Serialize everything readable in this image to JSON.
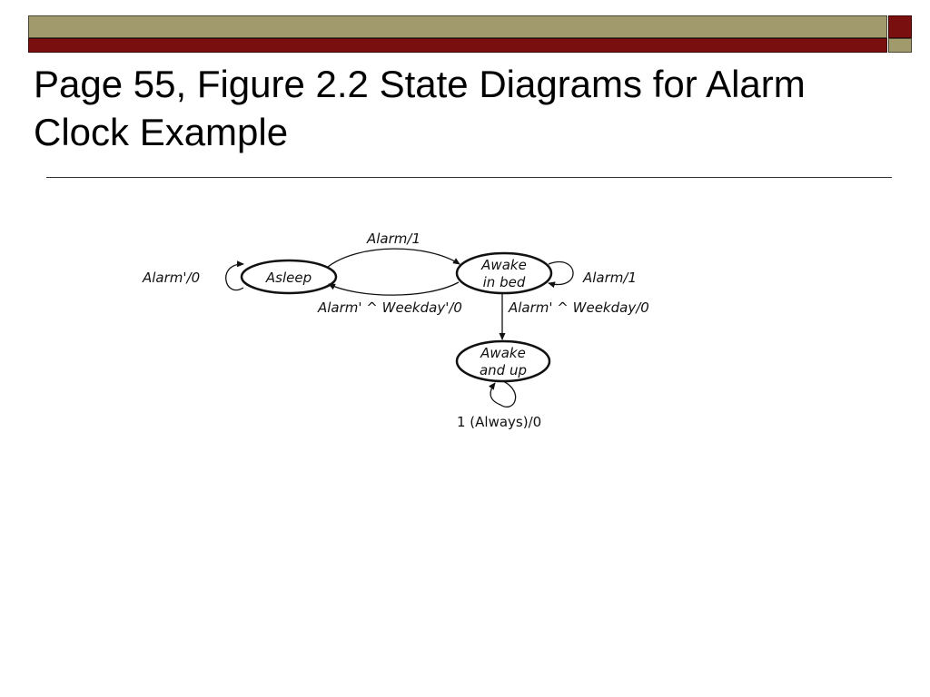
{
  "slide": {
    "title_line1": "Page 55, Figure 2.2 State Diagrams for Alarm",
    "title_line2": "Clock Example",
    "accent_colors": {
      "olive": "#a09a6c",
      "maroon": "#7a0f0f"
    }
  },
  "diagram": {
    "states": {
      "asleep": "Asleep",
      "awake_in_bed_line1": "Awake",
      "awake_in_bed_line2": "in bed",
      "awake_and_up_line1": "Awake",
      "awake_and_up_line2": "and up"
    },
    "transitions": {
      "asleep_self": "Alarm'/0",
      "asleep_to_inbed": "Alarm/1",
      "inbed_to_asleep": "Alarm' ^ Weekday'/0",
      "inbed_self": "Alarm/1",
      "inbed_to_up": "Alarm' ^ Weekday/0",
      "up_self": "1 (Always)/0"
    }
  }
}
